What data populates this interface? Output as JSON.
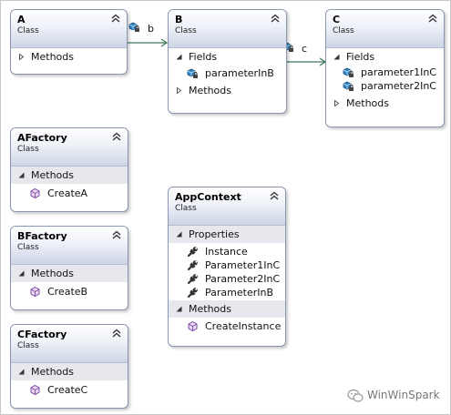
{
  "classes": {
    "a": {
      "name": "A",
      "kind": "Class",
      "methods_label": "Methods"
    },
    "b": {
      "name": "B",
      "kind": "Class",
      "fields_label": "Fields",
      "fields": [
        "parameterInB"
      ],
      "methods_label": "Methods"
    },
    "c": {
      "name": "C",
      "kind": "Class",
      "fields_label": "Fields",
      "fields": [
        "parameter1InC",
        "parameter2InC"
      ],
      "methods_label": "Methods"
    },
    "afactory": {
      "name": "AFactory",
      "kind": "Class",
      "methods_label": "Methods",
      "methods": [
        "CreateA"
      ]
    },
    "bfactory": {
      "name": "BFactory",
      "kind": "Class",
      "methods_label": "Methods",
      "methods": [
        "CreateB"
      ]
    },
    "cfactory": {
      "name": "CFactory",
      "kind": "Class",
      "methods_label": "Methods",
      "methods": [
        "CreateC"
      ]
    },
    "appcontext": {
      "name": "AppContext",
      "kind": "Class",
      "properties_label": "Properties",
      "properties": [
        "Instance",
        "Parameter1InC",
        "Parameter2InC",
        "ParameterInB"
      ],
      "methods_label": "Methods",
      "methods": [
        "CreateInstance"
      ]
    }
  },
  "associations": [
    {
      "from": "A",
      "to": "B",
      "label": "b"
    },
    {
      "from": "B",
      "to": "C",
      "label": "c"
    }
  ],
  "watermark": {
    "text": "WinWinSpark"
  },
  "icons": {
    "collapse": "double-chevron-up-icon",
    "expand": "triangle-right-icon",
    "expanded": "triangle-down-icon",
    "field": "field-icon",
    "property": "wrench-icon",
    "method": "method-cube-icon",
    "association": "association-icon",
    "watermark": "wechat-icon"
  },
  "colors": {
    "border": "#8a96b0",
    "header_end": "#cdd5e6",
    "section_bg": "#e6e8ee",
    "connector": "#3c7a5a"
  }
}
